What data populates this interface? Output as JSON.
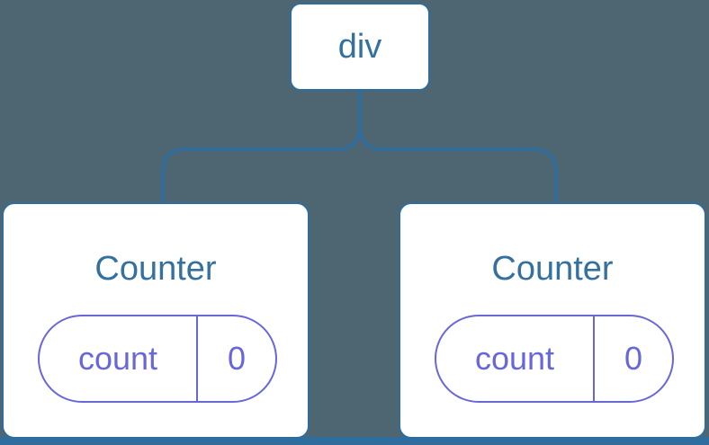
{
  "colors": {
    "canvas-bg": "#4D6672",
    "line-blue": "#2E6D9E",
    "text-blue": "#35719E",
    "state-purple": "#6767D9",
    "card-bg": "#FFFFFF"
  },
  "tree": {
    "root": {
      "label": "div"
    },
    "children": [
      {
        "title": "Counter",
        "state_key": "count",
        "state_value": "0"
      },
      {
        "title": "Counter",
        "state_key": "count",
        "state_value": "0"
      }
    ]
  }
}
